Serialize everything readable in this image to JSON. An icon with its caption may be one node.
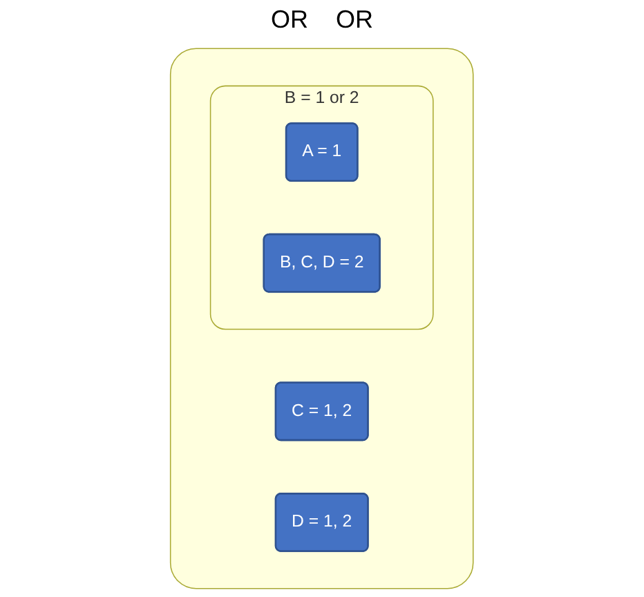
{
  "diagram": {
    "nodes": [
      {
        "text": [],
        "shape": "box"
      },
      {
        "text": [
          "C = 1, 2"
        ],
        "in": 0
      },
      {
        "text": [
          "D = 1, 2"
        ],
        "in": 0
      },
      {
        "text": [
          "B = 1 or 2"
        ],
        "in": 0
      },
      {
        "text": [
          "A = 1"
        ],
        "in": 3
      },
      {
        "text": [
          "B, C, D = 2"
        ],
        "in": 3
      }
    ],
    "edges": [],
    "labels": [
      "OR",
      "OR"
    ]
  }
}
